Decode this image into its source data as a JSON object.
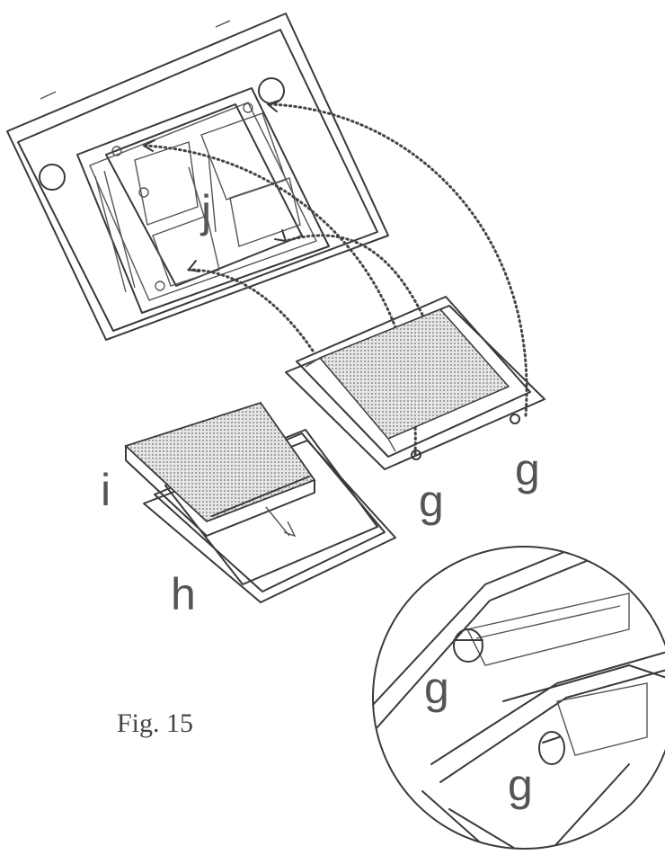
{
  "labels": {
    "j": "j",
    "i": "i",
    "h": "h",
    "g_center": "g",
    "g_right": "g",
    "g_detail_top": "g",
    "g_detail_bottom": "g"
  },
  "caption": "Fig. 15",
  "colors": {
    "ink": "#3a3a3a",
    "mesh": "#cfcfcf",
    "paper": "#ffffff"
  }
}
